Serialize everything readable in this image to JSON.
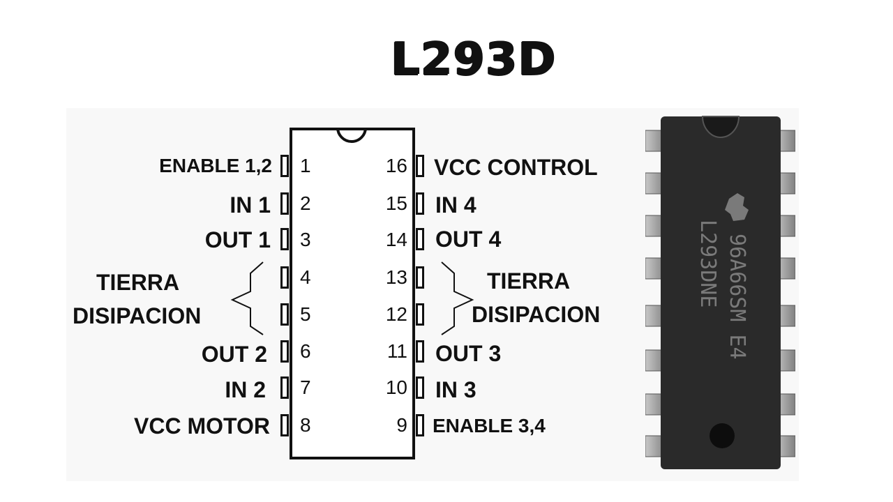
{
  "title": "L293D",
  "left_pins": [
    {
      "number": "1",
      "label": "ENABLE 1,2"
    },
    {
      "number": "2",
      "label": "IN 1"
    },
    {
      "number": "3",
      "label": "OUT 1"
    },
    {
      "number": "4",
      "label": ""
    },
    {
      "number": "5",
      "label": ""
    },
    {
      "number": "6",
      "label": "OUT 2"
    },
    {
      "number": "7",
      "label": "IN 2"
    },
    {
      "number": "8",
      "label": "VCC MOTOR"
    }
  ],
  "right_pins": [
    {
      "number": "16",
      "label": "VCC CONTROL"
    },
    {
      "number": "15",
      "label": "IN 4"
    },
    {
      "number": "14",
      "label": "OUT 4"
    },
    {
      "number": "13",
      "label": ""
    },
    {
      "number": "12",
      "label": ""
    },
    {
      "number": "11",
      "label": "OUT 3"
    },
    {
      "number": "10",
      "label": "IN 3"
    },
    {
      "number": "9",
      "label": "ENABLE 3,4"
    }
  ],
  "group_labels": {
    "left_line1": "TIERRA",
    "left_line2": "DISIPACION",
    "right_line1": "TIERRA",
    "right_line2": "DISIPACION"
  },
  "chip_photo": {
    "marking_line1": "96A66SM E4",
    "marking_line2": "L293DNE",
    "colors": {
      "body": "#2a2a2a",
      "pins": "#9a9a9a",
      "ink": "#7a7a7a"
    }
  }
}
